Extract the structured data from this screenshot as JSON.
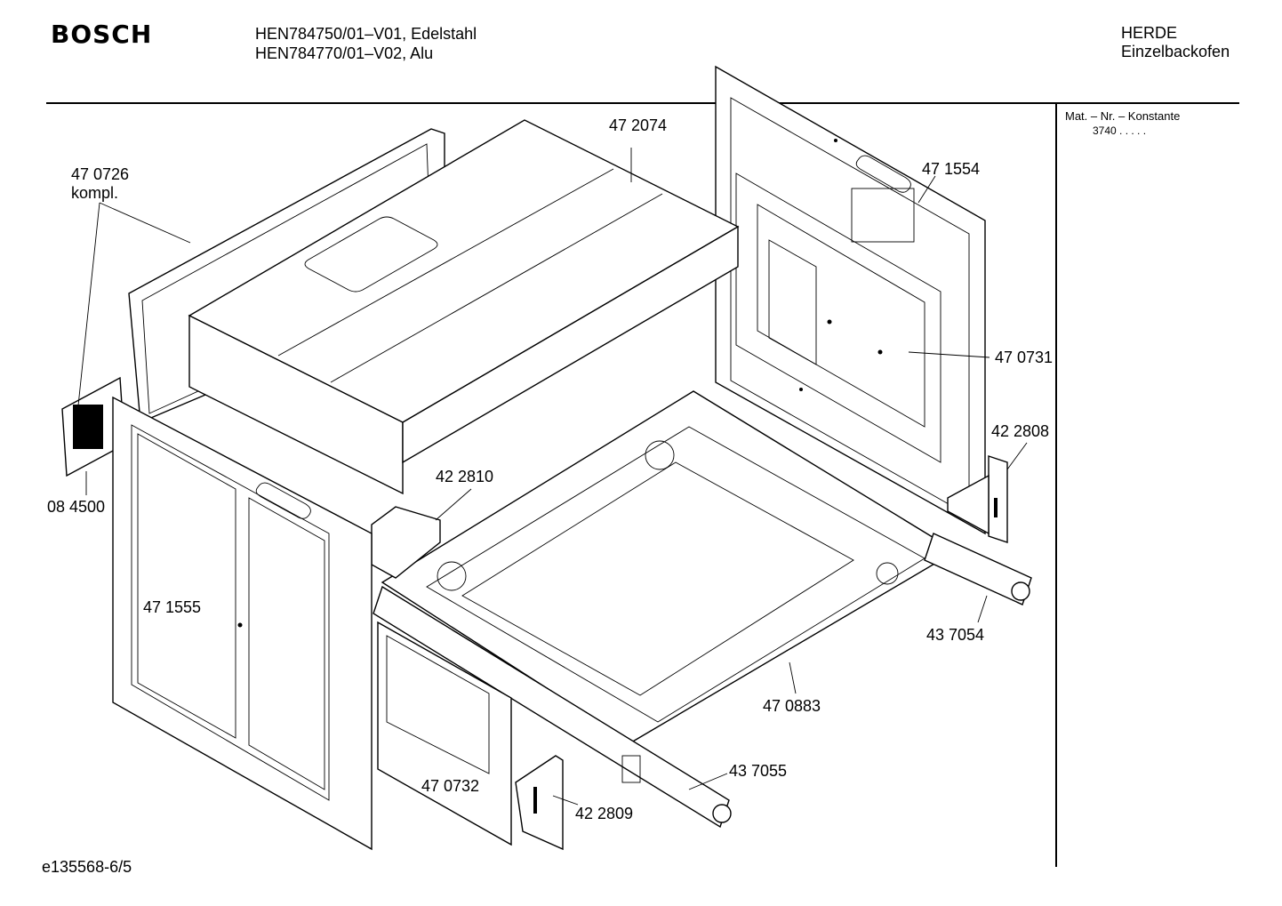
{
  "header": {
    "brand": "BOSCH",
    "model_line_1": "HEN784750/01–V01, Edelstahl",
    "model_line_2": "HEN784770/01–V02, Alu",
    "category_1": "HERDE",
    "category_2": "Einzelbackofen"
  },
  "sidebar": {
    "mat_label": "Mat. – Nr. – Konstante",
    "mat_value": "3740  .   .   .   .   ."
  },
  "parts": [
    {
      "id": "p-472074",
      "label": "47 2074"
    },
    {
      "id": "p-470726",
      "label": "47 0726"
    },
    {
      "id": "p-kompl",
      "label": "kompl."
    },
    {
      "id": "p-471554",
      "label": "47 1554"
    },
    {
      "id": "p-470731",
      "label": "47 0731"
    },
    {
      "id": "p-422808",
      "label": "42 2808"
    },
    {
      "id": "p-084500",
      "label": "08 4500"
    },
    {
      "id": "p-422810",
      "label": "42 2810"
    },
    {
      "id": "p-471555",
      "label": "47 1555"
    },
    {
      "id": "p-437054",
      "label": "43 7054"
    },
    {
      "id": "p-470883",
      "label": "47 0883"
    },
    {
      "id": "p-437055",
      "label": "43 7055"
    },
    {
      "id": "p-470732",
      "label": "47 0732"
    },
    {
      "id": "p-422809",
      "label": "42 2809"
    }
  ],
  "footer": {
    "code": "e135568-6/5"
  }
}
